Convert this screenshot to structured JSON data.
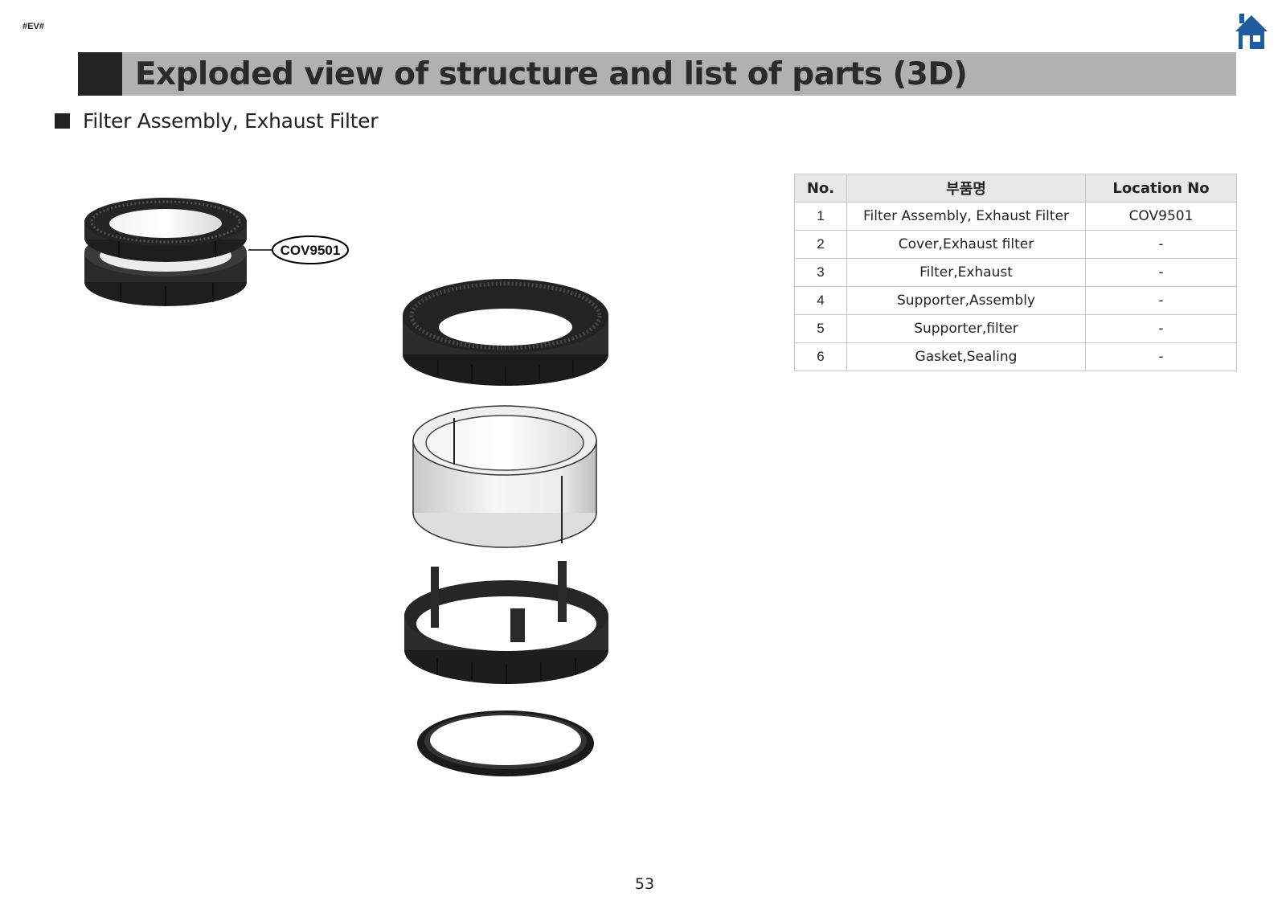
{
  "header": {
    "tag": "#EV#",
    "title": "Exploded view of structure and list of parts (3D)"
  },
  "section": {
    "title": "Filter Assembly, Exhaust Filter"
  },
  "figure": {
    "callout": "COV9501"
  },
  "parts_table": {
    "headers": [
      "No.",
      "부품명",
      "Location No"
    ],
    "rows": [
      {
        "no": "1",
        "name": "Filter Assembly, Exhaust Filter",
        "location": "COV9501"
      },
      {
        "no": "2",
        "name": "Cover,Exhaust filter",
        "location": "-"
      },
      {
        "no": "3",
        "name": "Filter,Exhaust",
        "location": "-"
      },
      {
        "no": "4",
        "name": "Supporter,Assembly",
        "location": "-"
      },
      {
        "no": "5",
        "name": "Supporter,filter",
        "location": "-"
      },
      {
        "no": "6",
        "name": "Gasket,Sealing",
        "location": "-"
      }
    ]
  },
  "footer": {
    "page_number": "53"
  },
  "icons": {
    "home": "home-icon"
  },
  "colors": {
    "title_bar": "#b1b1b1",
    "title_block": "#222222",
    "home_icon": "#1f5c9e",
    "table_header": "#e8e8e8"
  }
}
